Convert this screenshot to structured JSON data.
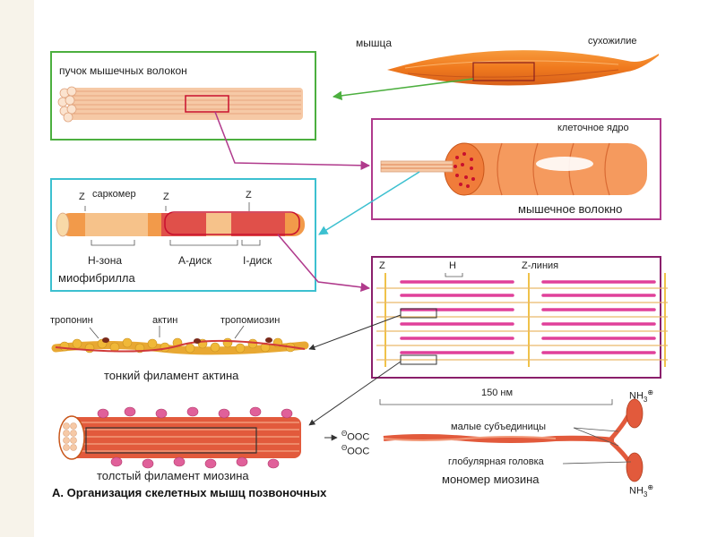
{
  "diagram": {
    "caption": "А. Организация скелетных мышц позвоночных",
    "muscle": {
      "label": "мышца",
      "tendon_label": "сухожилие"
    },
    "bundle": {
      "label": "пучок мышечных волокон",
      "color": "#4caf3f"
    },
    "fiber": {
      "label": "мышечное волокно",
      "nucleus_label": "клеточное ядро",
      "color": "#b03a8c"
    },
    "myofibril": {
      "label": "миофибрилла",
      "sarcomere_label": "саркомер",
      "z_label": "Z",
      "h_zone_label": "Н-зона",
      "a_disk_label": "А-диск",
      "i_disk_label": "I-диск",
      "color": "#3cc0d0"
    },
    "sarcomere_detail": {
      "z_label": "Z",
      "h_label": "Н",
      "z_line_label": "Z-линия",
      "color": "#8a1f6b"
    },
    "thin_filament": {
      "label": "тонкий филамент актина",
      "troponin_label": "тропонин",
      "actin_label": "актин",
      "tropomyosin_label": "тропомиозин"
    },
    "thick_filament": {
      "label": "толстый филамент миозина"
    },
    "myosin": {
      "label": "мономер миозина",
      "length_label": "150 нм",
      "small_subunits_label": "малые субъединицы",
      "head_label": "глобулярная головка",
      "ooc_label": "ООС",
      "ooc_charge": "Θ",
      "nh3_label": "NH",
      "nh3_sub": "3",
      "nh3_charge": "⊕"
    },
    "colors": {
      "muscle": "#f07a1e",
      "filament": "#e05a3c",
      "pink_band": "#e0409a",
      "arrow": "#333333"
    }
  }
}
